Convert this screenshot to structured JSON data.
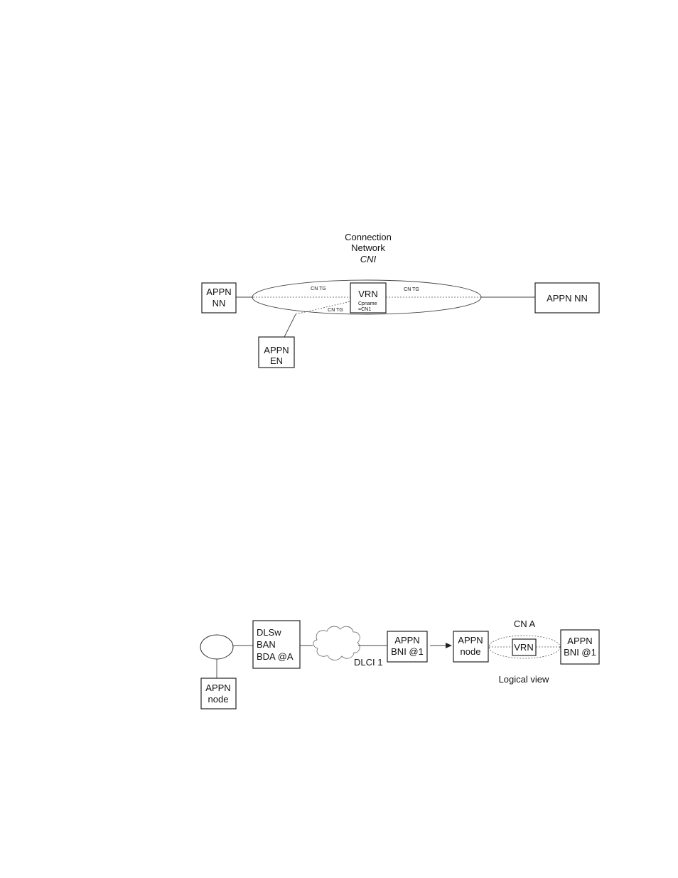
{
  "diagram1": {
    "cn_title": [
      "Connection",
      "Network"
    ],
    "cn_name": "CNI",
    "left_nn": [
      "APPN",
      "NN"
    ],
    "right_nn": "APPN NN",
    "en": [
      "APPN",
      "EN"
    ],
    "vrn": "VRN",
    "vrn_sub": [
      "Cpname",
      "=CN1"
    ],
    "tg_left": "CN TG",
    "tg_right": "CN TG",
    "tg_en": "CN TG"
  },
  "diagram2": {
    "appn_node_left": [
      "APPN",
      "node"
    ],
    "dlsw": [
      "DLSw",
      "BAN",
      "BDA @A"
    ],
    "dlci": "DLCI 1",
    "appn_bni_mid": [
      "APPN",
      "BNI @1"
    ],
    "appn_node_right": [
      "APPN",
      "node"
    ],
    "cn_label": "CN A",
    "vrn": "VRN",
    "appn_bni_right": [
      "APPN",
      "BNI @1"
    ],
    "logical_view": "Logical view"
  }
}
